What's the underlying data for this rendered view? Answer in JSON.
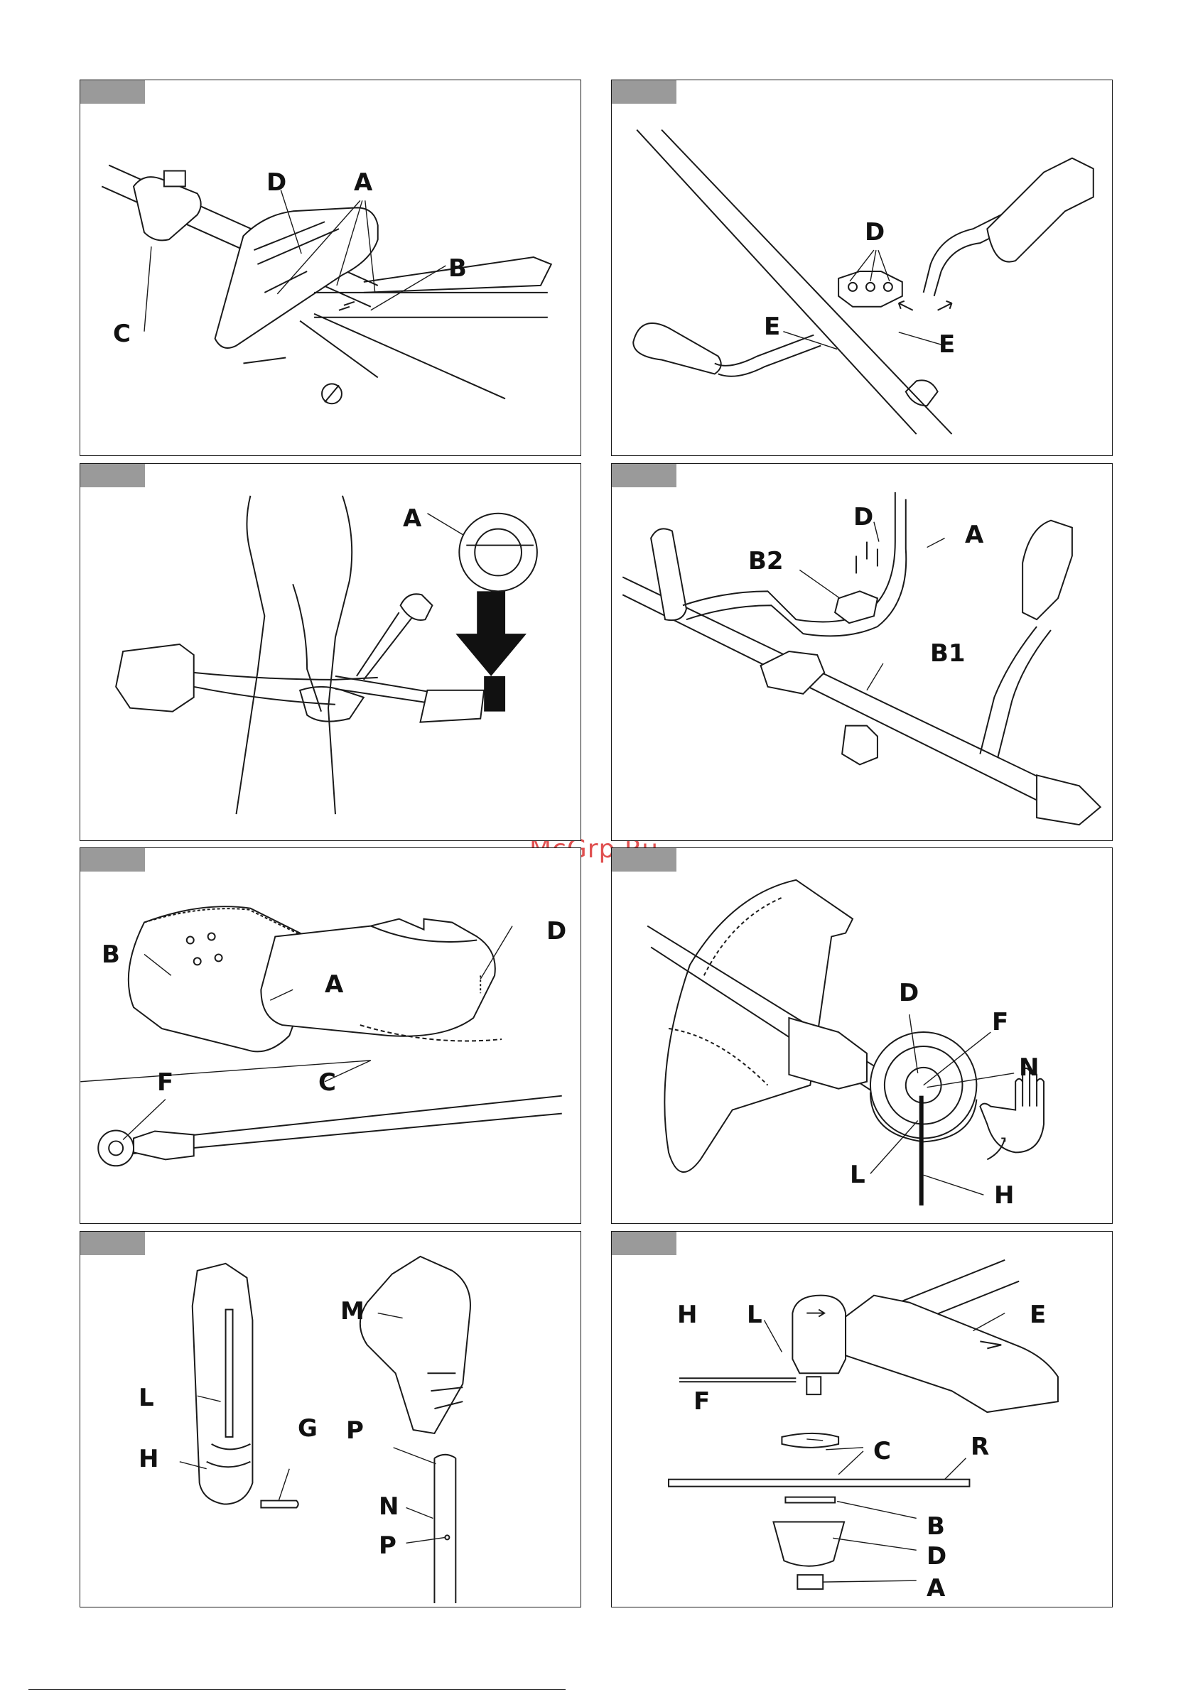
{
  "watermark": "McGrp.Ru",
  "panels": [
    {
      "id": "p1",
      "labels": {
        "D": "D",
        "A": "A",
        "B": "B",
        "C": "C"
      }
    },
    {
      "id": "p2",
      "labels": {
        "D": "D",
        "E1": "E",
        "E2": "E"
      }
    },
    {
      "id": "p3",
      "labels": {
        "A": "A"
      }
    },
    {
      "id": "p4",
      "labels": {
        "D": "D",
        "A": "A",
        "B2": "B2",
        "B1": "B1"
      }
    },
    {
      "id": "p5",
      "labels": {
        "B": "B",
        "A": "A",
        "D": "D",
        "C": "C",
        "F": "F"
      }
    },
    {
      "id": "p6",
      "labels": {
        "D": "D",
        "F": "F",
        "N": "N",
        "L": "L",
        "H": "H"
      }
    },
    {
      "id": "p7",
      "labels": {
        "M": "M",
        "L": "L",
        "G": "G",
        "P1": "P",
        "H": "H",
        "N": "N",
        "P2": "P"
      }
    },
    {
      "id": "p8",
      "labels": {
        "H": "H",
        "L": "L",
        "E": "E",
        "F": "F",
        "C": "C",
        "R": "R",
        "B": "B",
        "D": "D",
        "A": "A"
      }
    }
  ]
}
